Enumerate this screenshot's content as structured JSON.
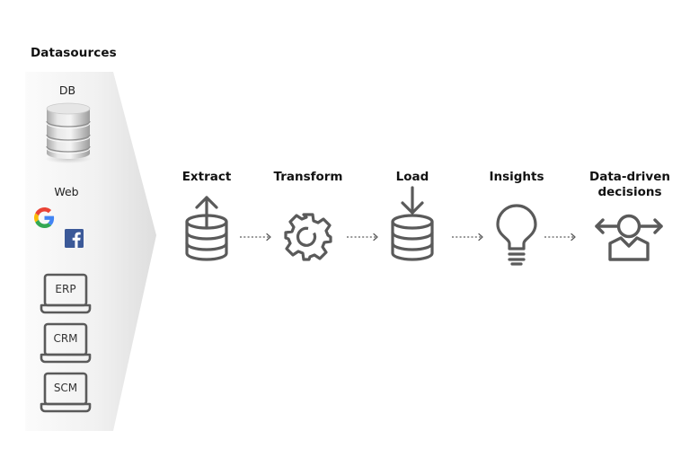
{
  "datasources": {
    "title": "Datasources",
    "groups": [
      {
        "label": "DB",
        "icon": "database-cylinder-icon"
      },
      {
        "label": "Web",
        "icons": [
          "google-icon",
          "facebook-icon"
        ]
      },
      {
        "systems": [
          {
            "label": "ERP",
            "icon": "laptop-icon"
          },
          {
            "label": "CRM",
            "icon": "laptop-icon"
          },
          {
            "label": "SCM",
            "icon": "laptop-icon"
          }
        ]
      }
    ]
  },
  "pipeline": {
    "stages": [
      {
        "label": "Extract",
        "icon": "database-upload-icon"
      },
      {
        "label": "Transform",
        "icon": "gear-icon"
      },
      {
        "label": "Load",
        "icon": "database-download-icon"
      },
      {
        "label": "Insights",
        "icon": "lightbulb-icon"
      },
      {
        "label_line1": "Data-driven",
        "label_line2": "decisions",
        "icon": "person-arrows-icon"
      }
    ],
    "connector": "dotted-arrow-icon"
  },
  "colors": {
    "icon_stroke": "#5a5a5a",
    "panel_light": "#f7f7f7",
    "panel_dark": "#e2e2e2",
    "title": "#111111",
    "google_blue": "#4285F4",
    "google_red": "#EA4335",
    "google_yellow": "#FBBC05",
    "google_green": "#34A853",
    "facebook_blue": "#3b5998"
  }
}
